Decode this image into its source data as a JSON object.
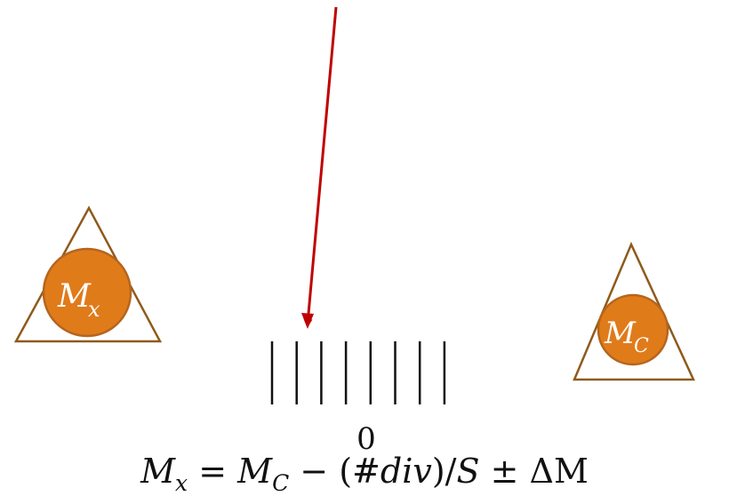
{
  "colors": {
    "triangle": "#8f5a1c",
    "weight_fill": "#e07b1a",
    "weight_stroke": "#b5651d",
    "arrow": "#c00000",
    "scale": "#111111"
  },
  "weights": {
    "unknown": {
      "symbol": "M",
      "subscript": "x"
    },
    "calibrated": {
      "symbol": "M",
      "subscript": "C"
    }
  },
  "scale": {
    "division_count": 8,
    "zero_label": "0"
  },
  "formula": {
    "lhs_symbol": "M",
    "lhs_sub": "x",
    "eq": " = ",
    "mc_symbol": "M",
    "mc_sub": "C",
    "minus": " − (#",
    "div": "div",
    "close": ")/",
    "s": "S",
    "pm": " ± ΔM"
  }
}
